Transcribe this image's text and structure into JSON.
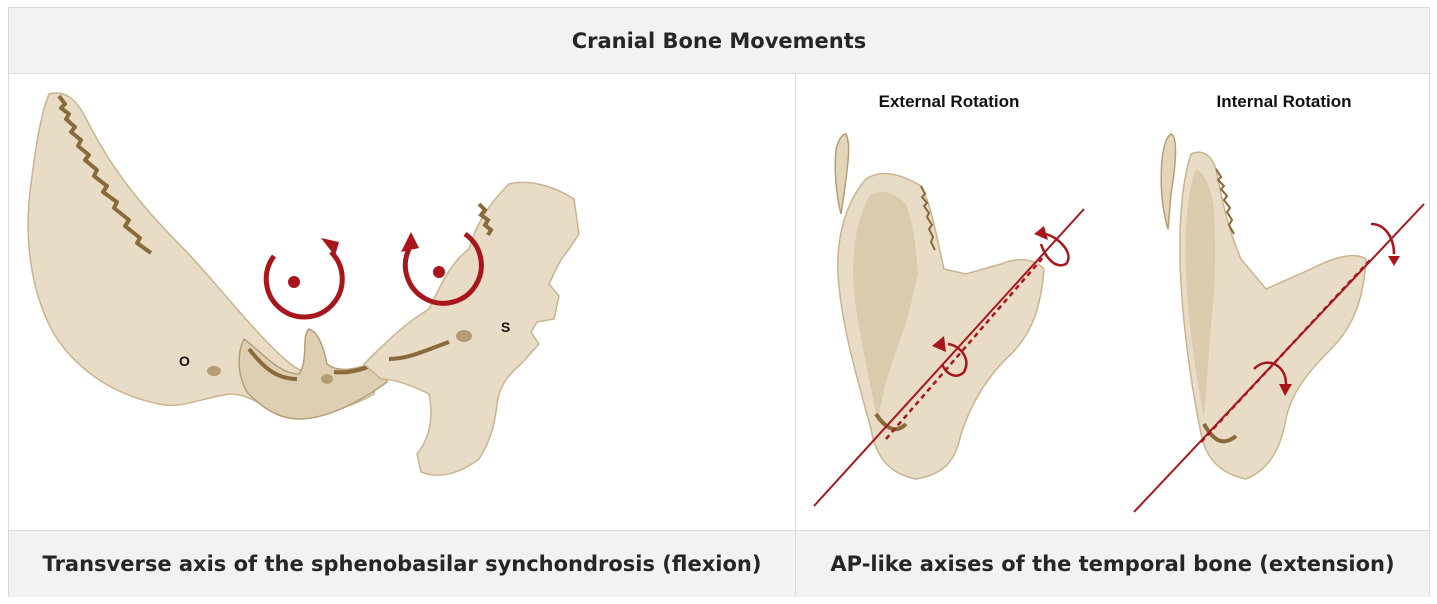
{
  "header": {
    "title": "Cranial Bone Movements"
  },
  "left_panel": {
    "labels": {
      "occipital": "O",
      "sphenoid": "S"
    },
    "caption": "Transverse axis of the sphenobasilar synchondrosis (flexion)"
  },
  "right_panel": {
    "external_title": "External Rotation",
    "internal_title": "Internal Rotation",
    "caption": "AP-like axises of the temporal bone (extension)"
  },
  "colors": {
    "bone": "#e8dcc6",
    "bone_shade": "#d6c6a8",
    "suture": "#8a6a3a",
    "arrow": "#a8161c",
    "header_bg": "#f2f2f2"
  },
  "icons": [
    "rotation-arrow-icon",
    "axis-line-icon"
  ]
}
